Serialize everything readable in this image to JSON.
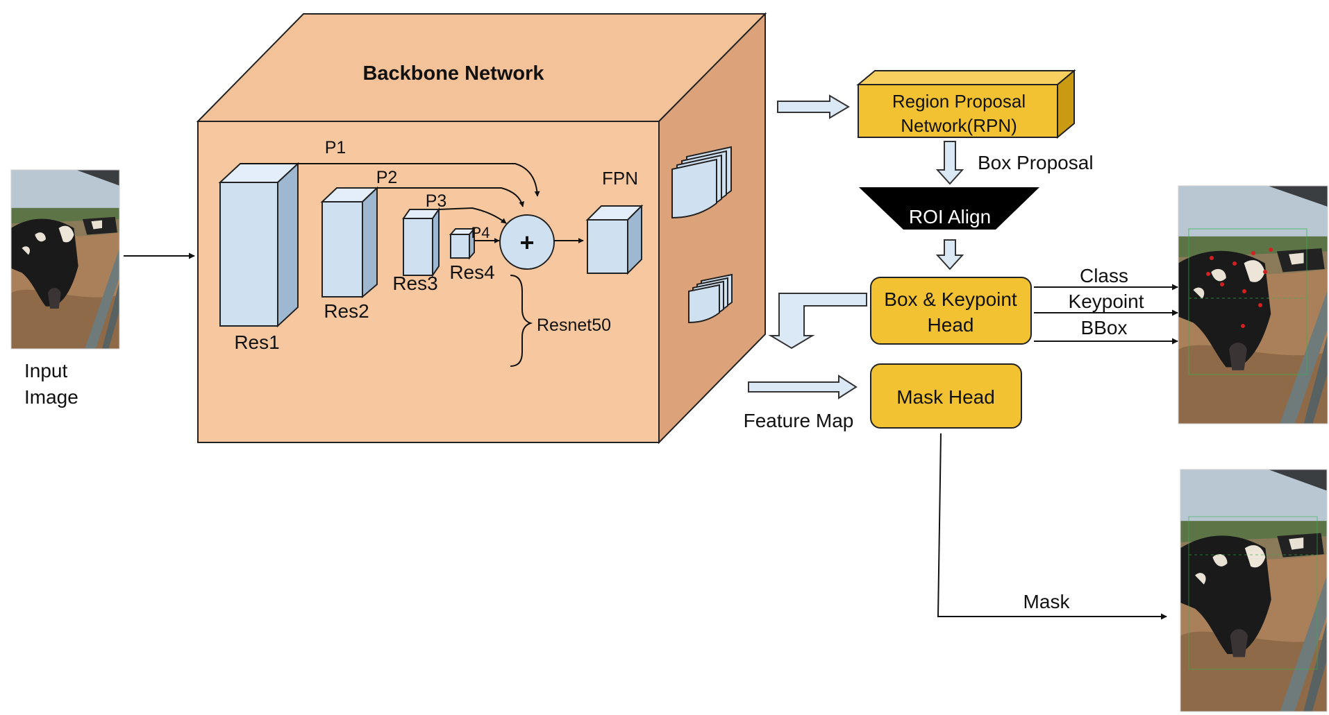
{
  "input": {
    "label_line1": "Input",
    "label_line2": "Image"
  },
  "backbone": {
    "title": "Backbone Network",
    "res1": "Res1",
    "res2": "Res2",
    "res3": "Res3",
    "res4": "Res4",
    "p1": "P1",
    "p2": "P2",
    "p3": "P3",
    "p4": "P4",
    "plus": "+",
    "fpn": "FPN",
    "resnet50": "Resnet50"
  },
  "rpn": {
    "line1": "Region Proposal",
    "line2": "Network(RPN)"
  },
  "box_proposal": "Box Proposal",
  "roi_align": "ROI Align",
  "box_head": {
    "line1": "Box & Keypoint",
    "line2": "Head"
  },
  "mask_head": "Mask Head",
  "feature_map": "Feature Map",
  "outputs": {
    "class": "Class",
    "keypoint": "Keypoint",
    "bbox": "BBox",
    "mask": "Mask"
  },
  "colors": {
    "backbone_front": "#f7c8a0",
    "backbone_top": "#f4c298",
    "backbone_side": "#dca27a",
    "block_fill": "#cfe0f0",
    "head_fill": "#f3c233",
    "arrow_fill": "#dbe8f5"
  },
  "icons": {
    "input_photo": "cow-photo",
    "output_photo_keypoints": "cow-photo-keypoints",
    "output_photo_mask": "cow-photo-mask"
  }
}
